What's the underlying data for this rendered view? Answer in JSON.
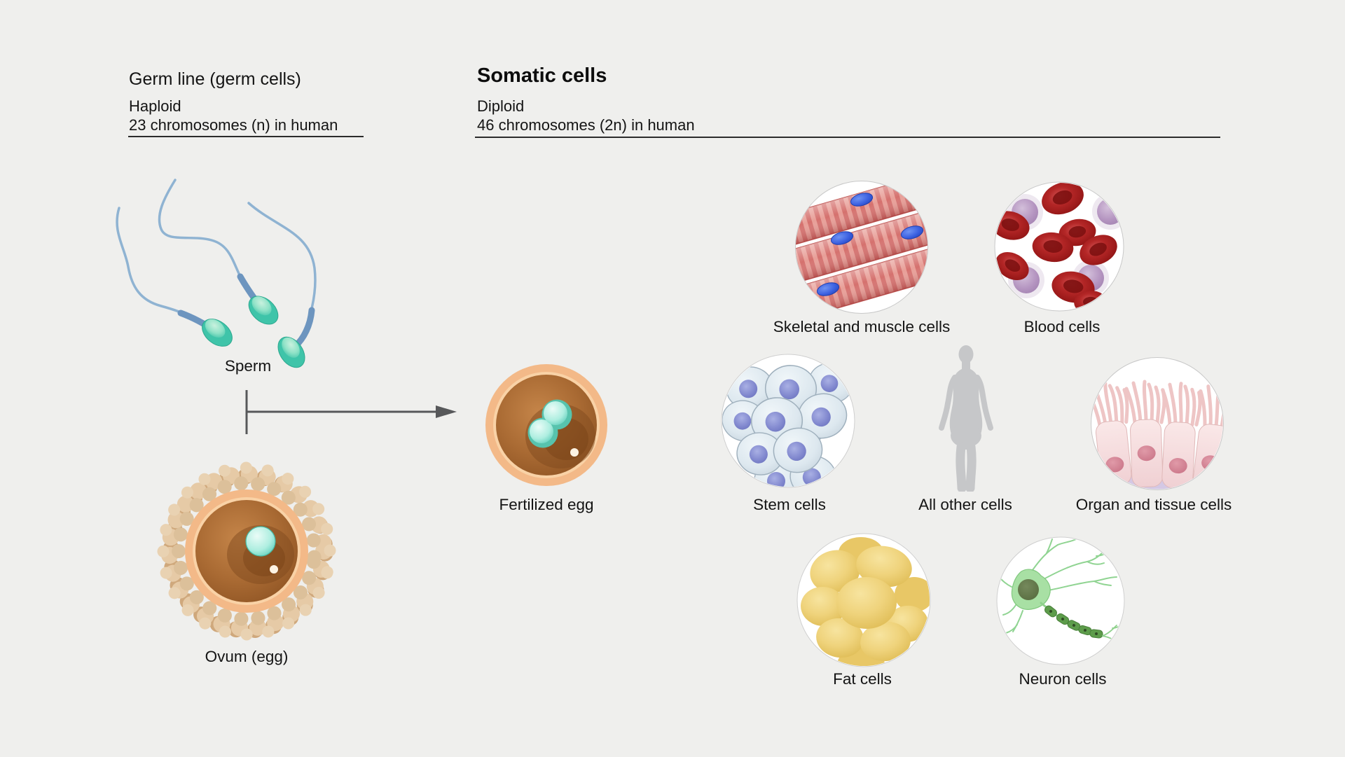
{
  "palette": {
    "background": "#efefed",
    "text": "#141414",
    "underline": "#2b2b2b",
    "arrow": "#57585a",
    "sperm_tail_blue": "#8fb3d2",
    "sperm_head_teal": "#3fc4a9",
    "egg_ring_orange": "#f3b988",
    "egg_yolk_brown": "#a96a33",
    "nucleus_cyan": "#8ae4d2",
    "muscle_red": "#d5716e",
    "muscle_nucleus_blue": "#3a5fe0",
    "red_blood_cell": "#a82222",
    "white_blood_cell_purple": "#b494c0",
    "stem_cell_blue_gray": "#dde8ef",
    "stem_nucleus_purple": "#8289cf",
    "silhouette_gray": "#c6c7c9",
    "epithelium_pink": "#f5dada",
    "fat_yellow": "#efd37c",
    "neuron_green": "#a8e0a4"
  },
  "germ_line": {
    "title": "Germ line (germ cells)",
    "ploidy": "Haploid",
    "chromosomes": "23 chromosomes (n) in human"
  },
  "somatic": {
    "title": "Somatic cells",
    "ploidy": "Diploid",
    "chromosomes": "46 chromosomes (2n) in human"
  },
  "cells": {
    "sperm": "Sperm",
    "ovum": "Ovum (egg)",
    "fertilized_egg": "Fertilized egg",
    "skeletal_muscle": "Skeletal and muscle cells",
    "blood": "Blood cells",
    "stem": "Stem cells",
    "all_other": "All other cells",
    "organ_tissue": "Organ and tissue cells",
    "fat": "Fat cells",
    "neuron": "Neuron cells"
  }
}
